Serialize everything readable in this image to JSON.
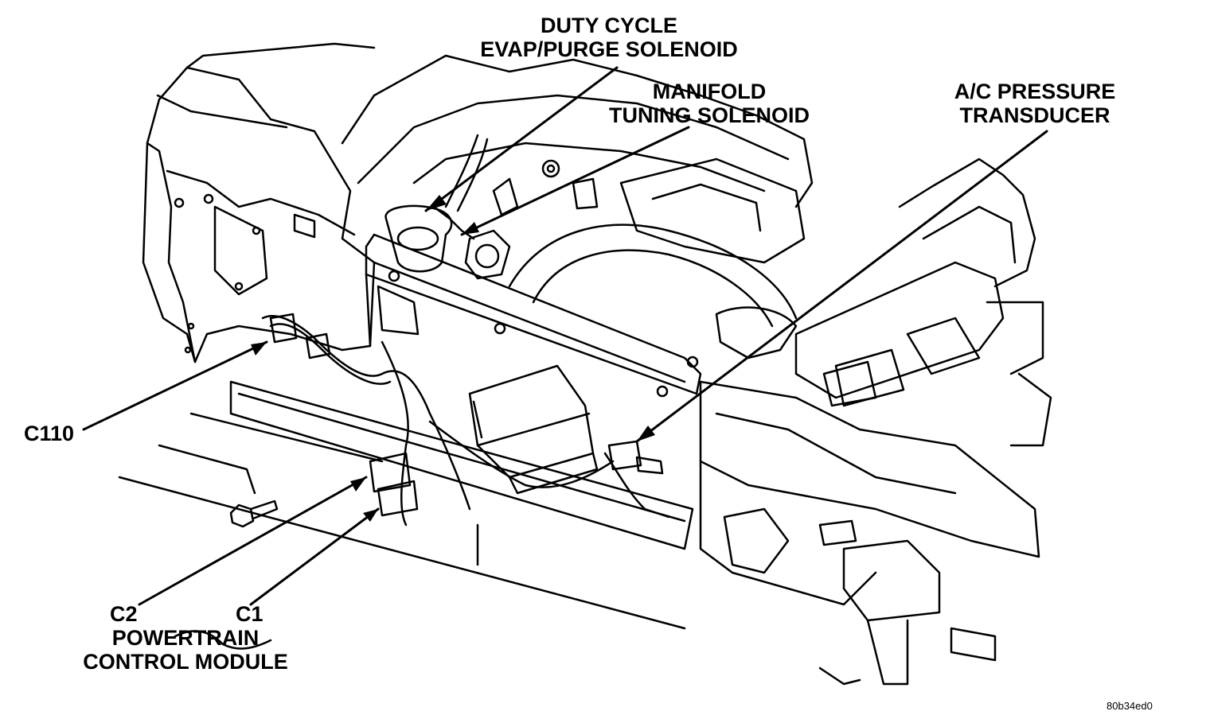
{
  "labels": {
    "duty_cycle_line1": "DUTY CYCLE",
    "duty_cycle_line2": "EVAP/PURGE SOLENOID",
    "manifold_line1": "MANIFOLD",
    "manifold_line2": "TUNING SOLENOID",
    "ac_line1": "A/C PRESSURE",
    "ac_line2": "TRANSDUCER",
    "c110": "C110",
    "c2": "C2",
    "c1": "C1",
    "pcm_line1": "POWERTRAIN",
    "pcm_line2": "CONTROL MODULE"
  },
  "figure_id": "80b34ed0",
  "colors": {
    "ink": "#000000",
    "paper": "#ffffff"
  }
}
